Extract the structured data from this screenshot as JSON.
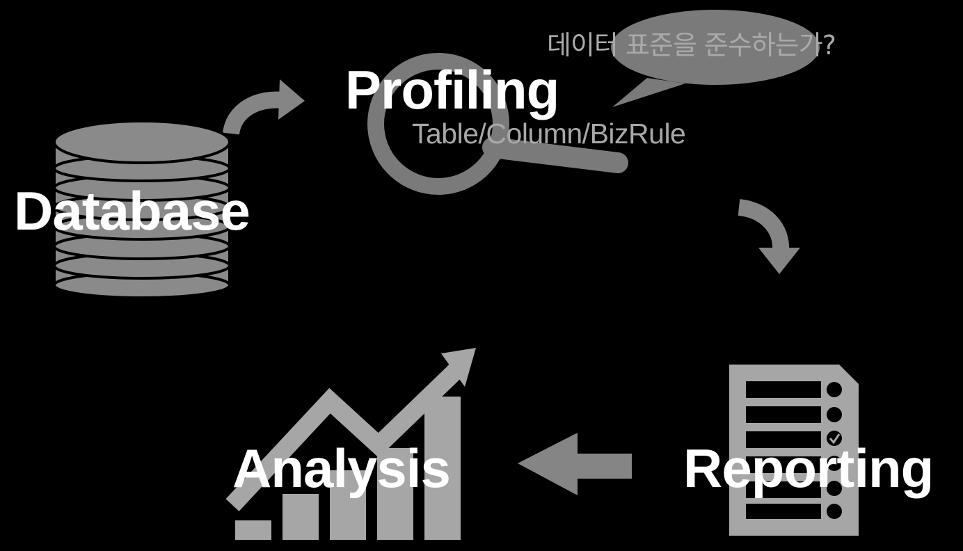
{
  "diagram": {
    "nodes": {
      "database": {
        "label": "Database",
        "icon": "database-icon"
      },
      "profiling": {
        "label": "Profiling",
        "icon": "magnifier-icon",
        "detail": "Table/Column/BizRule"
      },
      "reporting": {
        "label": "Reporting",
        "icon": "checklist-document-icon"
      },
      "analysis": {
        "label": "Analysis",
        "icon": "trend-chart-icon"
      }
    },
    "speech_bubble": {
      "text": "데이터 표준을 준수하는가?",
      "icon": "speech-bubble-icon"
    },
    "flow": [
      {
        "from": "database",
        "to": "profiling",
        "icon": "curved-arrow-icon"
      },
      {
        "from": "profiling",
        "to": "reporting",
        "icon": "curved-arrow-down-icon"
      },
      {
        "from": "reporting",
        "to": "analysis",
        "icon": "arrow-left-icon"
      }
    ],
    "colors": {
      "background": "#000000",
      "icon_gray": "#8a8a8a",
      "light_gray": "#a6a6a6",
      "label": "#ffffff"
    }
  }
}
